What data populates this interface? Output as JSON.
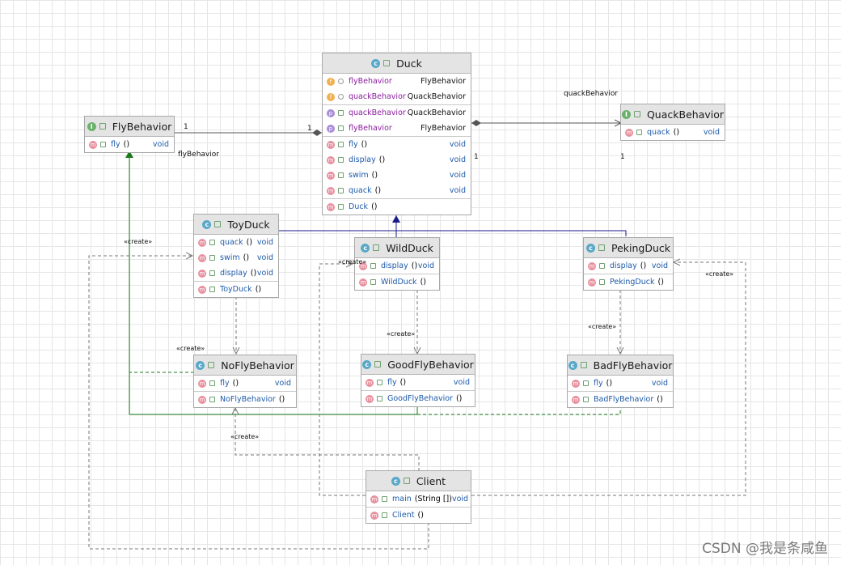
{
  "classes": {
    "duck": {
      "name": "Duck",
      "fields": [
        {
          "name": "flyBehavior",
          "type": "FlyBehavior"
        },
        {
          "name": "quackBehavior",
          "type": "QuackBehavior"
        }
      ],
      "properties": [
        {
          "name": "quackBehavior",
          "type": "QuackBehavior"
        },
        {
          "name": "flyBehavior",
          "type": "FlyBehavior"
        }
      ],
      "methods": [
        {
          "name": "fly",
          "args": "()",
          "type": "void"
        },
        {
          "name": "display",
          "args": "()",
          "type": "void"
        },
        {
          "name": "swim",
          "args": "()",
          "type": "void"
        },
        {
          "name": "quack",
          "args": "()",
          "type": "void"
        }
      ],
      "constructor": {
        "name": "Duck",
        "args": "()"
      }
    },
    "flyBehavior": {
      "name": "FlyBehavior",
      "methods": [
        {
          "name": "fly",
          "args": "()",
          "type": "void"
        }
      ]
    },
    "quackBehavior": {
      "name": "QuackBehavior",
      "methods": [
        {
          "name": "quack",
          "args": "()",
          "type": "void"
        }
      ]
    },
    "toyDuck": {
      "name": "ToyDuck",
      "methods": [
        {
          "name": "quack",
          "args": "()",
          "type": "void"
        },
        {
          "name": "swim",
          "args": "()",
          "type": "void"
        },
        {
          "name": "display",
          "args": "()",
          "type": "void"
        }
      ],
      "constructor": {
        "name": "ToyDuck",
        "args": "()"
      }
    },
    "wildDuck": {
      "name": "WildDuck",
      "methods": [
        {
          "name": "display",
          "args": "()",
          "type": "void"
        }
      ],
      "constructor": {
        "name": "WildDuck",
        "args": "()"
      }
    },
    "pekingDuck": {
      "name": "PekingDuck",
      "methods": [
        {
          "name": "display",
          "args": "()",
          "type": "void"
        }
      ],
      "constructor": {
        "name": "PekingDuck",
        "args": "()"
      }
    },
    "noFlyBehavior": {
      "name": "NoFlyBehavior",
      "methods": [
        {
          "name": "fly",
          "args": "()",
          "type": "void"
        }
      ],
      "constructor": {
        "name": "NoFlyBehavior",
        "args": "()"
      }
    },
    "goodFlyBehavior": {
      "name": "GoodFlyBehavior",
      "methods": [
        {
          "name": "fly",
          "args": "()",
          "type": "void"
        }
      ],
      "constructor": {
        "name": "GoodFlyBehavior",
        "args": "()"
      }
    },
    "badFlyBehavior": {
      "name": "BadFlyBehavior",
      "methods": [
        {
          "name": "fly",
          "args": "()",
          "type": "void"
        }
      ],
      "constructor": {
        "name": "BadFlyBehavior",
        "args": "()"
      }
    },
    "client": {
      "name": "Client",
      "methods": [
        {
          "name": "main",
          "args": "(String [])",
          "type": "void"
        }
      ],
      "constructor": {
        "name": "Client",
        "args": "()"
      }
    }
  },
  "labels": {
    "fly_role": "flyBehavior",
    "quack_role": "quackBehavior",
    "one": "1",
    "create": "«create»"
  },
  "icons": {
    "class": "class-icon",
    "interface": "interface-icon",
    "method": "method-icon",
    "field": "field-icon",
    "property": "property-icon"
  },
  "colors": {
    "implements": "#1a7a1a",
    "extends": "#1a1a8a",
    "dependency": "#777777",
    "association": "#555555"
  },
  "watermark": "CSDN @我是条咸鱼"
}
